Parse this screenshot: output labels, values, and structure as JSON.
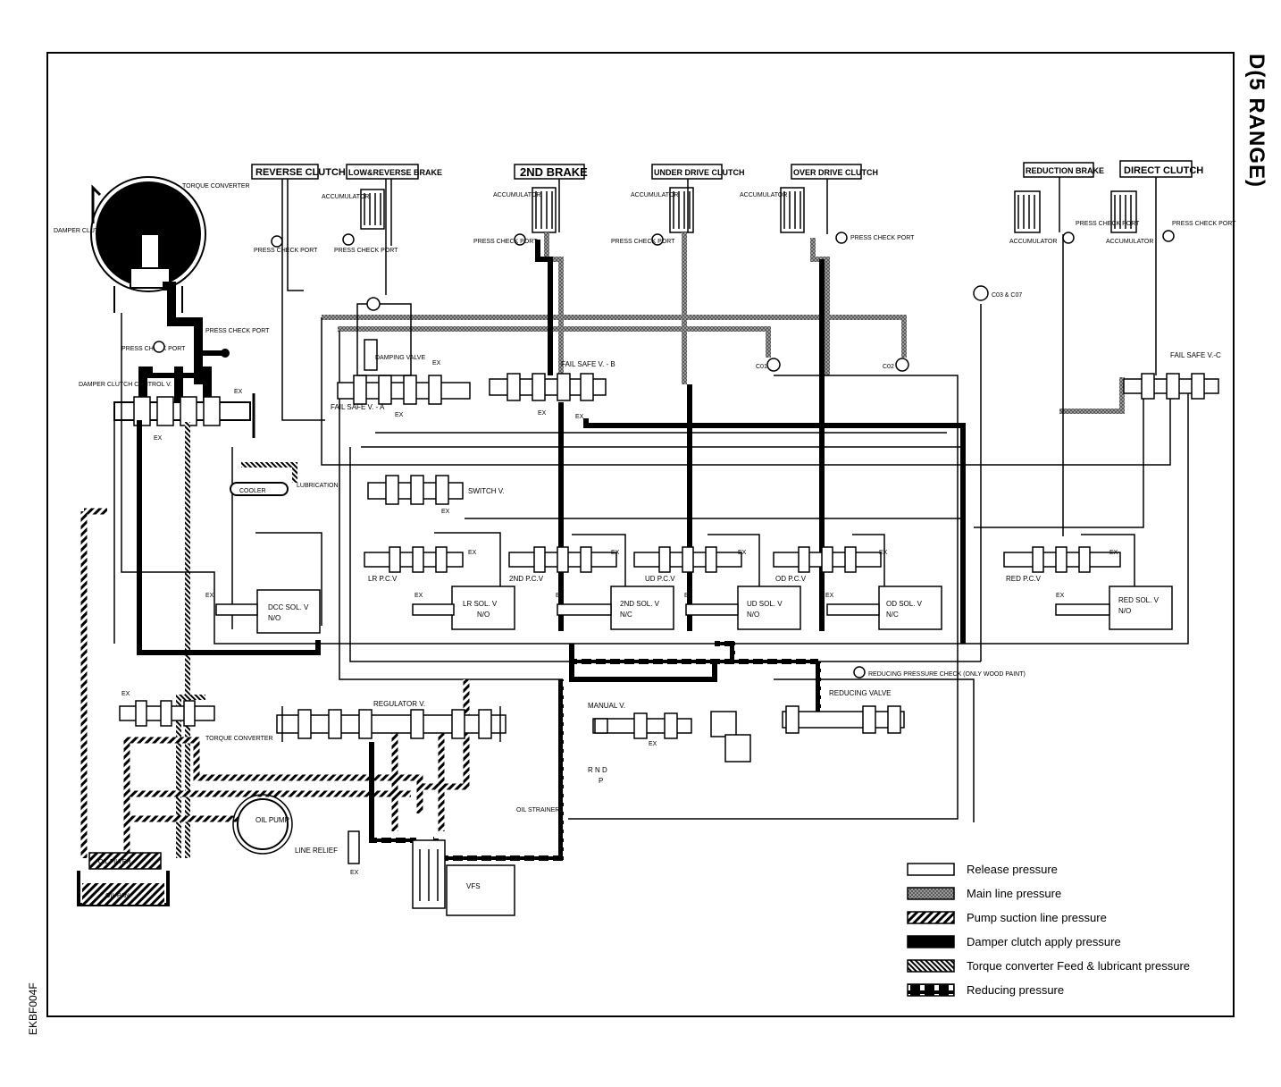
{
  "title": "D(5 RANGE)",
  "figure_code": "EKBF004F",
  "headers": {
    "reverse_clutch": "REVERSE CLUTCH",
    "low_reverse_brake": "LOW&REVERSE BRAKE",
    "second_brake": "2ND BRAKE",
    "underdrive_clutch": "UNDER DRIVE CLUTCH",
    "overdrive_clutch": "OVER DRIVE CLUTCH",
    "reduction_brake": "REDUCTION BRAKE",
    "direct_clutch": "DIRECT CLUTCH"
  },
  "labels": {
    "torque_converter": "TORQUE CONVERTER",
    "damper_clutch": "DAMPER CLUTCH",
    "press_check_port": "PRESS CHECK PORT",
    "accumulator": "ACCUMULATOR",
    "damper_clutch_control": "DAMPER CLUTCH CONTROL V.",
    "ex": "EX",
    "fail_safe_a": "FAIL SAFE V. - A",
    "fail_safe_b": "FAIL SAFE V. - B",
    "fail_safe_c": "FAIL SAFE V.-C",
    "damping_valve": "DAMPING VALVE",
    "cooler": "COOLER",
    "lubrication": "LUBRICATION",
    "switch_v": "SWITCH V.",
    "lr_pcv": "LR P.C.V",
    "second_pcv": "2ND P.C.V",
    "ud_pcv": "UD P.C.V",
    "od_pcv": "OD P.C.V",
    "red_pcv": "RED P.C.V",
    "dcc_sol": "DCC SOL. V",
    "lr_sol": "LR SOL. V",
    "second_sol": "2ND SOL. V",
    "ud_sol": "UD SOL. V",
    "od_sol": "OD SOL. V",
    "red_sol": "RED SOL. V",
    "no": "N/O",
    "nc": "N/C",
    "regulator_v": "REGULATOR V.",
    "torque_converter_v": "TORQUE CONVERTER",
    "manual_v": "MANUAL V.",
    "rnd": "R N D",
    "p": "P",
    "reducing_valve": "REDUCING VALVE",
    "reducing_check": "REDUCING PRESSURE CHECK (ONLY WOOD PAINT)",
    "oil_pump": "OIL PUMP",
    "line_relief": "LINE RELIEF",
    "oil_strainer": "OIL STRAINER",
    "vfs": "VFS",
    "oil_filter": "OIL FILTER",
    "oil_pan": "OIL PAN",
    "c01": "C01",
    "c02": "C02",
    "c03": "C03 & C07"
  },
  "legend": [
    {
      "label": "Release pressure",
      "pattern": "release"
    },
    {
      "label": "Main line pressure",
      "pattern": "mainline"
    },
    {
      "label": "Pump suction line pressure",
      "pattern": "suction"
    },
    {
      "label": "Damper clutch apply pressure",
      "pattern": "damper"
    },
    {
      "label": "Torque converter Feed & lubricant pressure",
      "pattern": "feed"
    },
    {
      "label": "Reducing pressure",
      "pattern": "reducing"
    }
  ],
  "colors": {
    "line": "#000000",
    "mainline": "#7a7a7a",
    "background": "#ffffff"
  }
}
